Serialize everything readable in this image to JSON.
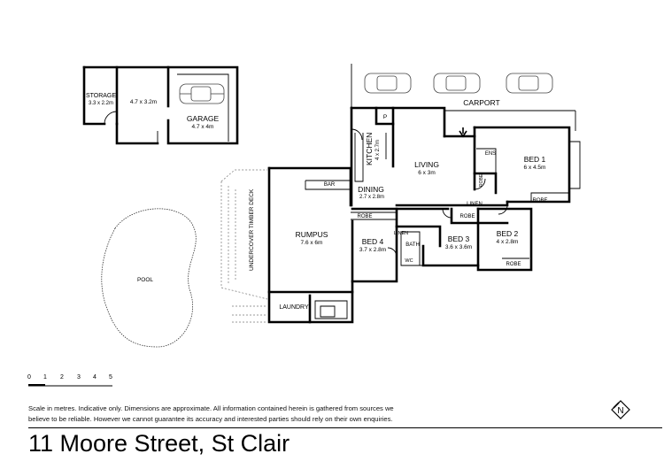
{
  "rooms": {
    "storage": {
      "name": "STORAGE",
      "dim": "3.3 x 2.2m"
    },
    "shed": {
      "dim": "4.7 x 3.2m"
    },
    "garage": {
      "name": "GARAGE",
      "dim": "4.7 x 4m"
    },
    "carport": {
      "name": "CARPORT"
    },
    "kitchen": {
      "name": "KITCHEN",
      "dim": "4 x 2.7m"
    },
    "pantry": {
      "name": "P"
    },
    "living": {
      "name": "LIVING",
      "dim": "6 x 3m"
    },
    "dining": {
      "name": "DINING",
      "dim": "2.7 x 2.8m"
    },
    "bar": {
      "name": "BAR"
    },
    "bed1": {
      "name": "BED 1",
      "dim": "6 x 4.5m"
    },
    "ens": {
      "name": "ENS"
    },
    "robe_bed1": {
      "name": "ROBE"
    },
    "rumpus": {
      "name": "RUMPUS",
      "dim": "7.6 x 6m"
    },
    "robe_rumpus": {
      "name": "ROBE"
    },
    "bed4": {
      "name": "BED 4",
      "dim": "3.7 x 2.8m"
    },
    "linen_bath": {
      "name": "LINEN"
    },
    "bath": {
      "name": "BATH"
    },
    "wc": {
      "name": "WC"
    },
    "bed3": {
      "name": "BED 3",
      "dim": "3.6 x 3.6m"
    },
    "robe_bed3": {
      "name": "ROBE"
    },
    "linen_hall": {
      "name": "LINEN"
    },
    "bed2": {
      "name": "BED 2",
      "dim": "4 x 2.8m"
    },
    "robe_bed2": {
      "name": "ROBE"
    },
    "deck": {
      "name": "UNDERCOVER TIMBER DECK"
    },
    "laundry": {
      "name": "LAUNDRY"
    },
    "pool": {
      "name": "POOL"
    },
    "robe_bed1_side": {
      "name": "ROBE"
    }
  },
  "scale": {
    "ticks": [
      "0",
      "1",
      "2",
      "3",
      "4",
      "5"
    ]
  },
  "disclaimer": {
    "line1": "Scale in metres. Indicative only. Dimensions are approximate.  All information contained herein is gathered from sources we",
    "line2": "believe to be reliable. However we cannot guarantee its accuracy and interested parties should rely on their own enquiries."
  },
  "address": "11 Moore Street, St Clair",
  "compass": {
    "label": "N"
  }
}
